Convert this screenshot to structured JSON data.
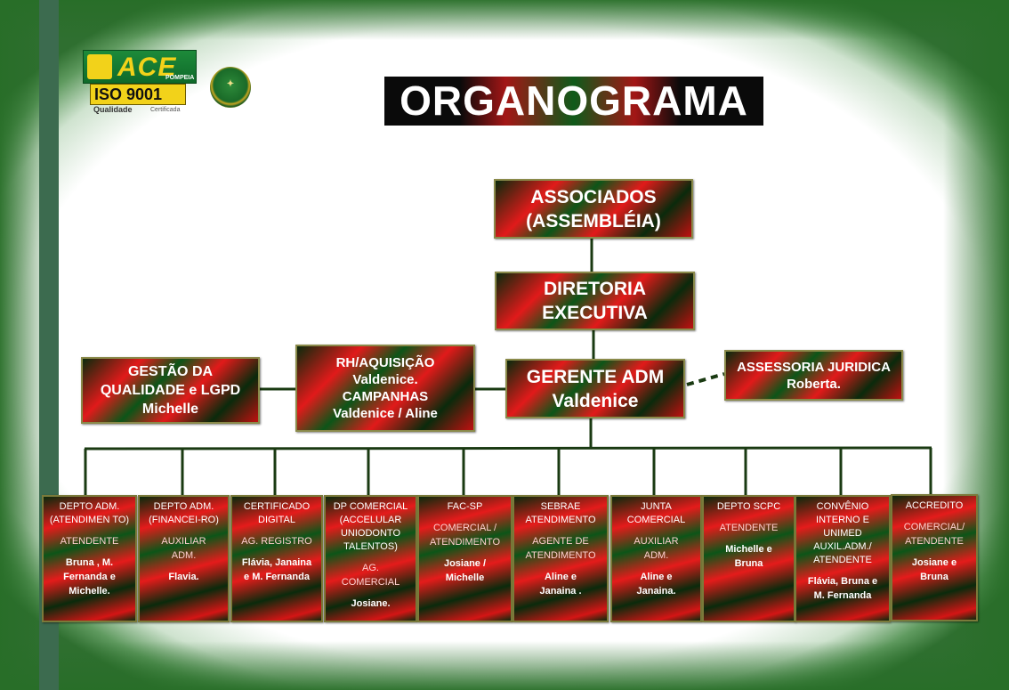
{
  "header": {
    "title": "ORGANOGRAMA",
    "logo_ace": "ACE",
    "logo_ace_sub": "POMPEIA",
    "logo_iso": "ISO 9001",
    "logo_quality": "Qualidade",
    "logo_certified": "Certificada"
  },
  "nodes": {
    "associados": [
      "ASSOCIADOS",
      "(ASSEMBLÉIA)"
    ],
    "diretoria": [
      "DIRETORIA",
      "EXECUTIVA"
    ],
    "gerente": [
      "GERENTE ADM",
      "Valdenice"
    ],
    "gestao": [
      "GESTÃO DA",
      "QUALIDADE e LGPD",
      "Michelle"
    ],
    "rh": [
      "RH/AQUISIÇÃO",
      "Valdenice.",
      "CAMPANHAS",
      "Valdenice / Aline"
    ],
    "assessoria": [
      "ASSESSORIA JURIDICA",
      "Roberta."
    ]
  },
  "departments": [
    {
      "head": [
        "DEPTO ADM.",
        "(ATENDIMEN TO)"
      ],
      "role": [
        "ATENDENTE"
      ],
      "names": [
        "Bruna , M.",
        "Fernanda  e",
        "Michelle."
      ]
    },
    {
      "head": [
        "DEPTO ADM.",
        "(FINANCEI-RO)"
      ],
      "role": [
        "AUXILIAR",
        "ADM."
      ],
      "names": [
        "Flavia."
      ]
    },
    {
      "head": [
        "CERTIFICADO",
        "DIGITAL"
      ],
      "role": [
        "AG. REGISTRO"
      ],
      "names": [
        "Flávia,  Janaina",
        "e M. Fernanda"
      ]
    },
    {
      "head": [
        "DP COMERCIAL",
        "(ACCELULAR",
        "UNIODONTO",
        "TALENTOS)"
      ],
      "role": [
        "AG.",
        "COMERCIAL"
      ],
      "names": [
        "Josiane."
      ]
    },
    {
      "head": [
        "FAC-SP"
      ],
      "role": [
        "COMERCIAL  /",
        "ATENDIMENTO"
      ],
      "names": [
        "Josiane /",
        "Michelle"
      ]
    },
    {
      "head": [
        "SEBRAE",
        "ATENDIMENTO"
      ],
      "role": [
        "AGENTE DE",
        "ATENDIMENTO"
      ],
      "names": [
        "Aline e",
        "Janaina ."
      ]
    },
    {
      "head": [
        "JUNTA",
        "COMERCIAL"
      ],
      "role": [
        "AUXILIAR",
        "ADM."
      ],
      "names": [
        "Aline e",
        "Janaina."
      ]
    },
    {
      "head": [
        "DEPTO SCPC"
      ],
      "role": [
        "ATENDENTE"
      ],
      "names": [
        "Michelle e",
        "Bruna"
      ]
    },
    {
      "head": [
        "CONVÊNIO",
        "INTERNO E",
        "UNIMED",
        "AUXIL.ADM./",
        "ATENDENTE"
      ],
      "role": [],
      "names": [
        "Flávia, Bruna e",
        "M. Fernanda"
      ]
    },
    {
      "head": [
        "ACCREDITO"
      ],
      "role": [
        "COMERCIAL/",
        "ATENDENTE"
      ],
      "names": [
        "Josiane e",
        "Bruna"
      ]
    }
  ],
  "colors": {
    "red": "#e11a1a",
    "dark_green": "#0c5518",
    "frame_green": "#2f6f30",
    "connector": "#1a3a12"
  }
}
